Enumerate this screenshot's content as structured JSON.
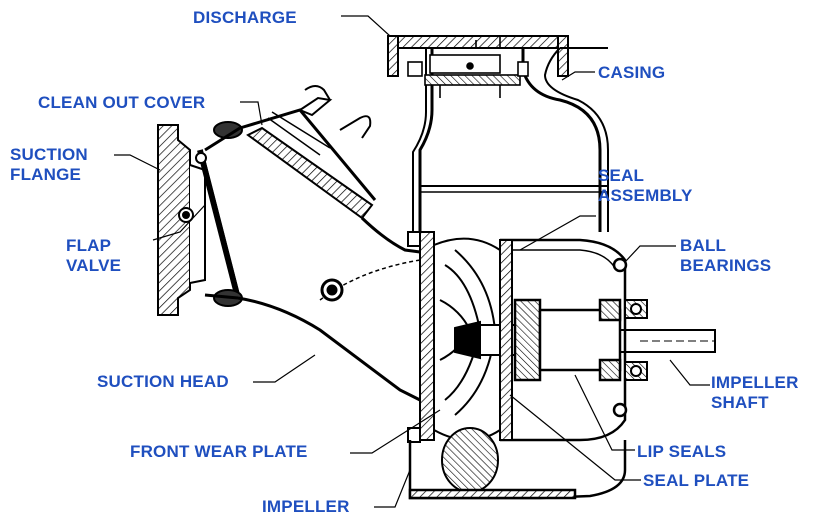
{
  "colors": {
    "label": "#1f4fbf",
    "line": "#000000",
    "hatch": "#000000",
    "background": "#ffffff"
  },
  "labels": {
    "discharge": [
      "DISCHARGE"
    ],
    "casing": [
      "CASING"
    ],
    "clean_out_cover": [
      "CLEAN OUT COVER"
    ],
    "suction_flange": [
      "SUCTION",
      "FLANGE"
    ],
    "seal_assembly": [
      "SEAL",
      "ASSEMBLY"
    ],
    "ball_bearings": [
      "BALL",
      "BEARINGS"
    ],
    "flap_valve": [
      "FLAP",
      "VALVE"
    ],
    "suction_head": [
      "SUCTION HEAD"
    ],
    "impeller_shaft": [
      "IMPELLER",
      "SHAFT"
    ],
    "front_wear_plate": [
      "FRONT WEAR PLATE"
    ],
    "lip_seals": [
      "LIP SEALS"
    ],
    "seal_plate": [
      "SEAL PLATE"
    ],
    "impeller": [
      "IMPELLER"
    ]
  }
}
